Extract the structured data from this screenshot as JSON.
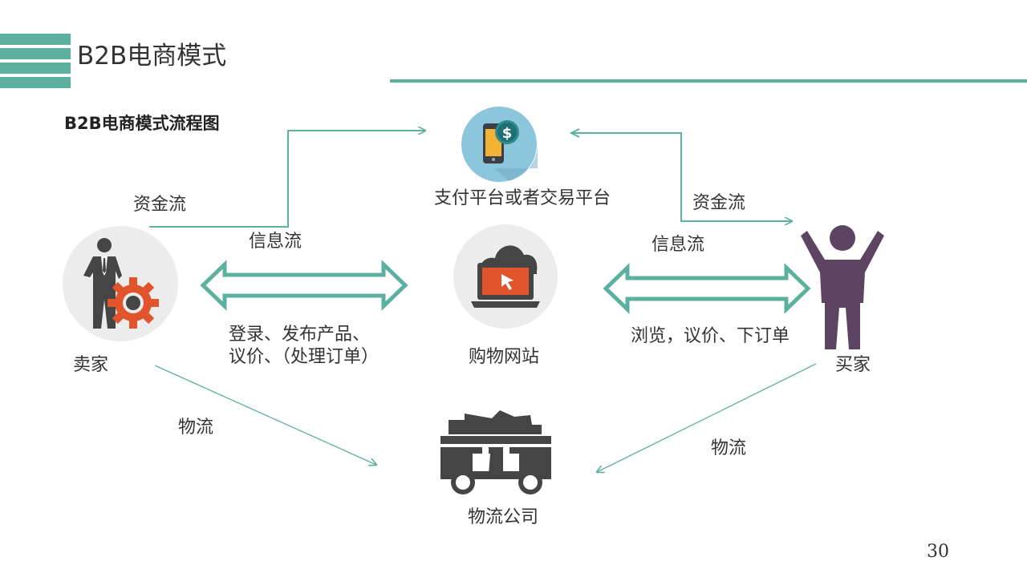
{
  "slide": {
    "title": "B2B电商模式",
    "subtitle": "B2B电商模式流程图",
    "page_number": "30"
  },
  "nodes": {
    "payment": {
      "label": "支付平台或者交易平台",
      "icon": "mobile-payment-icon"
    },
    "website": {
      "label": "购物网站",
      "icon": "cloud-laptop-icon"
    },
    "seller": {
      "label": "卖家",
      "icon": "businessman-gear-icon"
    },
    "buyer": {
      "label": "买家",
      "icon": "person-arms-raised-icon"
    },
    "logistics": {
      "label": "物流公司",
      "icon": "truck-icon"
    }
  },
  "flows": {
    "seller_money": "资金流",
    "buyer_money": "资金流",
    "seller_info": "信息流",
    "buyer_info": "信息流",
    "seller_actions": "登录、发布产品、议价、（处理订单）",
    "buyer_actions": "浏览，议价、下订单",
    "seller_logistics": "物流",
    "buyer_logistics": "物流"
  },
  "colors": {
    "accent": "#5bb09f",
    "payment_circle": "#8cc6dc",
    "icon_circle": "#ececec",
    "gear": "#e2542c",
    "buyer_figure": "#5e4463",
    "dark_icon": "#454545"
  }
}
